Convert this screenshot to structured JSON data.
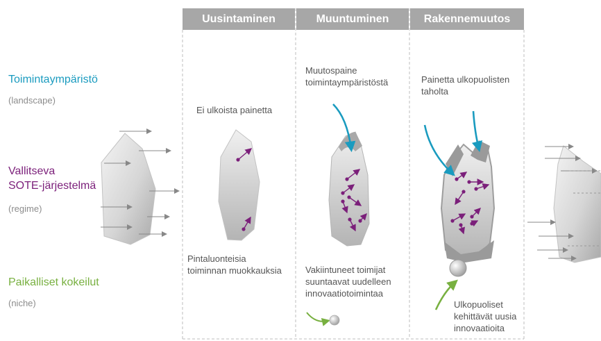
{
  "left_labels": {
    "landscape_title": "Toimintaympäristö",
    "landscape_sub": "(landscape)",
    "regime_title_line1": "Vallitseva",
    "regime_title_line2": "SOTE-järjestelmä",
    "regime_sub": "(regime)",
    "niche_title": "Paikalliset kokeilut",
    "niche_sub": "(niche)"
  },
  "columns": [
    {
      "header": "Uusintaminen",
      "top_note": "Ei ulkoista painetta",
      "bottom_note_line1": "Pintaluonteisia",
      "bottom_note_line2": "toiminnan muokkauksia"
    },
    {
      "header": "Muuntuminen",
      "top_note_line1": "Muutospaine",
      "top_note_line2": "toimintaympäristöstä",
      "bottom_note_line1": "Vakiintuneet toimijat",
      "bottom_note_line2": "suuntaavat uudelleen",
      "bottom_note_line3": "innovaatiotoimintaa"
    },
    {
      "header": "Rakennemuutos",
      "top_note_line1": "Painetta ulkopuolisten",
      "top_note_line2": "taholta",
      "bottom_note_line1": "Ulkopuoliset",
      "bottom_note_line2": "kehittävät uusia",
      "bottom_note_line3": "innovaatioita"
    }
  ],
  "colors": {
    "landscape": "#1a9bbf",
    "regime": "#7b1f7a",
    "niche": "#78b040",
    "header_bg": "#a7a7a7",
    "arrow_purple": "#7b1f7a",
    "arrow_blue": "#1a9bbf"
  }
}
